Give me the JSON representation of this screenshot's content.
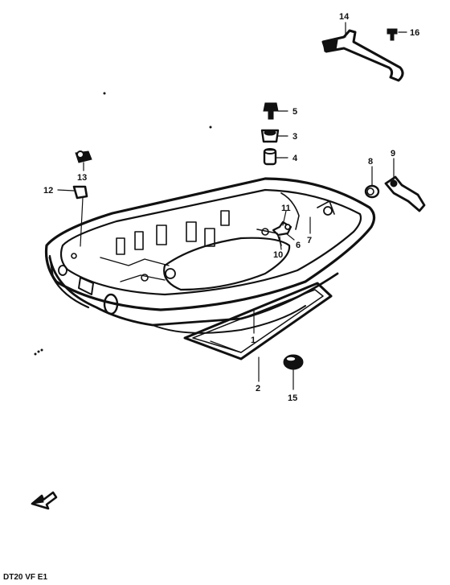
{
  "callouts": {
    "p1": "1",
    "p2": "2",
    "p3": "3",
    "p4": "4",
    "p5": "5",
    "p6": "6",
    "p7": "7",
    "p8": "8",
    "p9": "9",
    "p10": "10",
    "p11": "11",
    "p12": "12",
    "p13": "13",
    "p14": "14",
    "p15": "15",
    "p16": "16"
  },
  "footer": {
    "model_code": "DT20 VF E1"
  },
  "icons": {
    "direction": "arrow-icon"
  },
  "colors": {
    "ink": "#111111",
    "paper": "#ffffff"
  }
}
